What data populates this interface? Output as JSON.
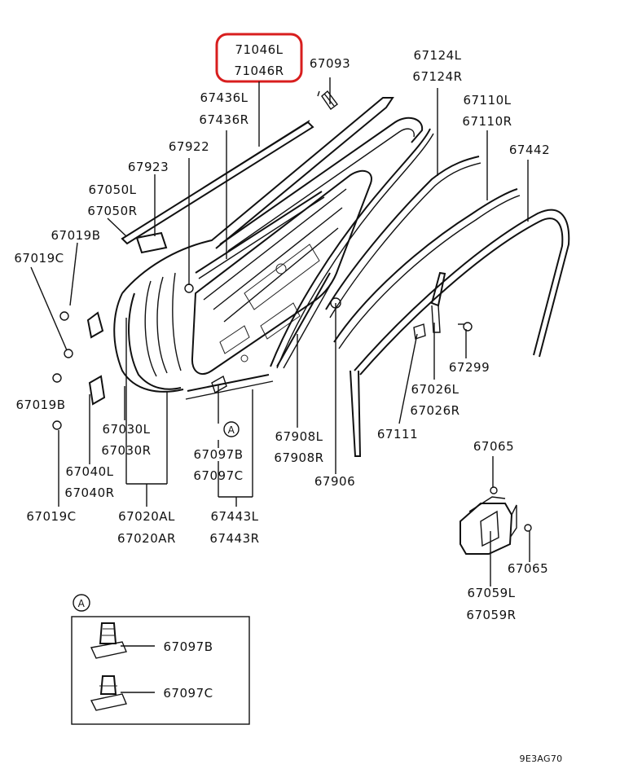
{
  "labels": {
    "p71046L": "71046L",
    "p71046R": "71046R",
    "p67093": "67093",
    "p67124L": "67124L",
    "p67124R": "67124R",
    "p67436L": "67436L",
    "p67436R": "67436R",
    "p67110L": "67110L",
    "p67110R": "67110R",
    "p67922": "67922",
    "p67442": "67442",
    "p67923": "67923",
    "p67050L": "67050L",
    "p67050R": "67050R",
    "p67019B_1": "67019B",
    "p67019C_1": "67019C",
    "p67299": "67299",
    "p67026L": "67026L",
    "p67026R": "67026R",
    "p67019B_2": "67019B",
    "p67030L": "67030L",
    "p67030R": "67030R",
    "p67908L": "67908L",
    "p67908R": "67908R",
    "p67111": "67111",
    "p67065_1": "67065",
    "p67097B_1": "67097B",
    "p67097C_1": "67097C",
    "p67906": "67906",
    "p67040L": "67040L",
    "p67040R": "67040R",
    "p67019C_2": "67019C",
    "p67020AL": "67020AL",
    "p67020AR": "67020AR",
    "p67443L": "67443L",
    "p67443R": "67443R",
    "p67065_2": "67065",
    "p67059L": "67059L",
    "p67059R": "67059R",
    "refA_1": "A",
    "refA_2": "A",
    "p67097B_2": "67097B",
    "p67097C_2": "67097C",
    "drawing_code": "9E3AG70"
  },
  "colors": {
    "highlight": "#d81e1e",
    "ink": "#111111"
  }
}
